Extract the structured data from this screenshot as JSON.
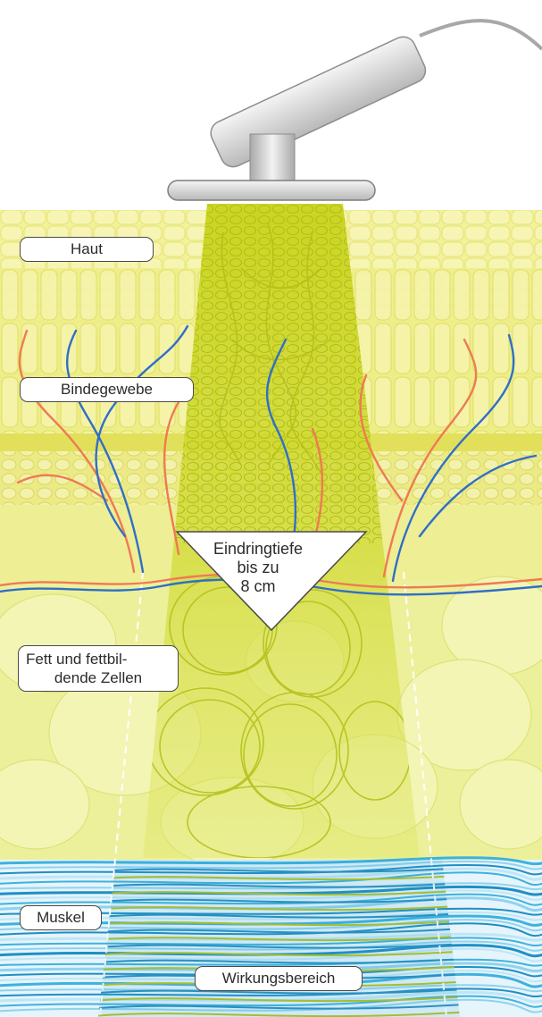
{
  "labels": {
    "skin": "Haut",
    "connective_tissue": "Bindegewebe",
    "fat_line1": "Fett und fettbil-",
    "fat_line2": "dende Zellen",
    "muscle": "Muskel",
    "effect_area": "Wirkungsbereich"
  },
  "penetration": {
    "line1": "Eindringtiefe",
    "line2": "bis zu",
    "line3": "8 cm"
  },
  "colors": {
    "tissue_yellow": "#f2f07a",
    "beam_yellow": "#d4dd2a",
    "fat_cell": "#eff2a0",
    "muscle_blue": "#3db2dd",
    "vessel_blue": "#2f6fc8",
    "vessel_red": "#ef7a55",
    "device_gray": "#d8d8d8"
  }
}
